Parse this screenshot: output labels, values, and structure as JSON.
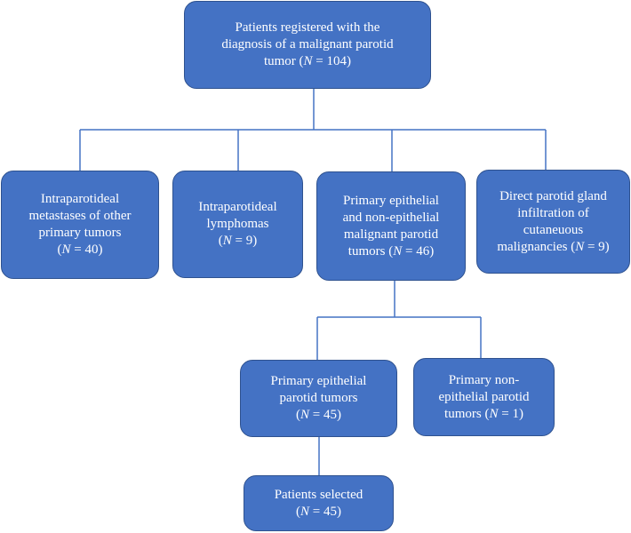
{
  "flowchart": {
    "root": {
      "line1": "Patients registered with the",
      "line2": "diagnosis of a malignant parotid",
      "line3_pre": "tumor (",
      "n_symbol": "N",
      "line3_post": " = 104)"
    },
    "metastases": {
      "line1": "Intraparotideal",
      "line2": "metastases of other",
      "line3": "primary tumors",
      "line4_pre": "(",
      "n_symbol": "N",
      "line4_post": " = 40)"
    },
    "lymphomas": {
      "line1": "Intraparotideal",
      "line2": "lymphomas",
      "line3_pre": "(",
      "n_symbol": "N",
      "line3_post": " = 9)"
    },
    "primary": {
      "line1": "Primary epithelial",
      "line2": "and non-epithelial",
      "line3": "malignant parotid",
      "line4_pre": "tumors (",
      "n_symbol": "N",
      "line4_post": " = 46)"
    },
    "infiltration": {
      "line1": "Direct parotid gland",
      "line2": "infiltration of",
      "line3": "cutaneuous",
      "line4_pre": "malignancies (",
      "n_symbol": "N",
      "line4_post": " = 9)"
    },
    "epithelial": {
      "line1": "Primary epithelial",
      "line2": "parotid tumors",
      "line3_pre": "(",
      "n_symbol": "N",
      "line3_post": " = 45)"
    },
    "non_epithelial": {
      "line1": "Primary non-",
      "line2": "epithelial parotid",
      "line3_pre": "tumors (",
      "n_symbol": "N",
      "line3_post": " = 1)"
    },
    "selected": {
      "line1": "Patients selected",
      "line2_pre": "(",
      "n_symbol": "N",
      "line2_post": " = 45)"
    }
  },
  "colors": {
    "box_fill": "#4472c4",
    "box_border": "#2f528f",
    "connector": "#4472c4",
    "text": "#ffffff"
  }
}
